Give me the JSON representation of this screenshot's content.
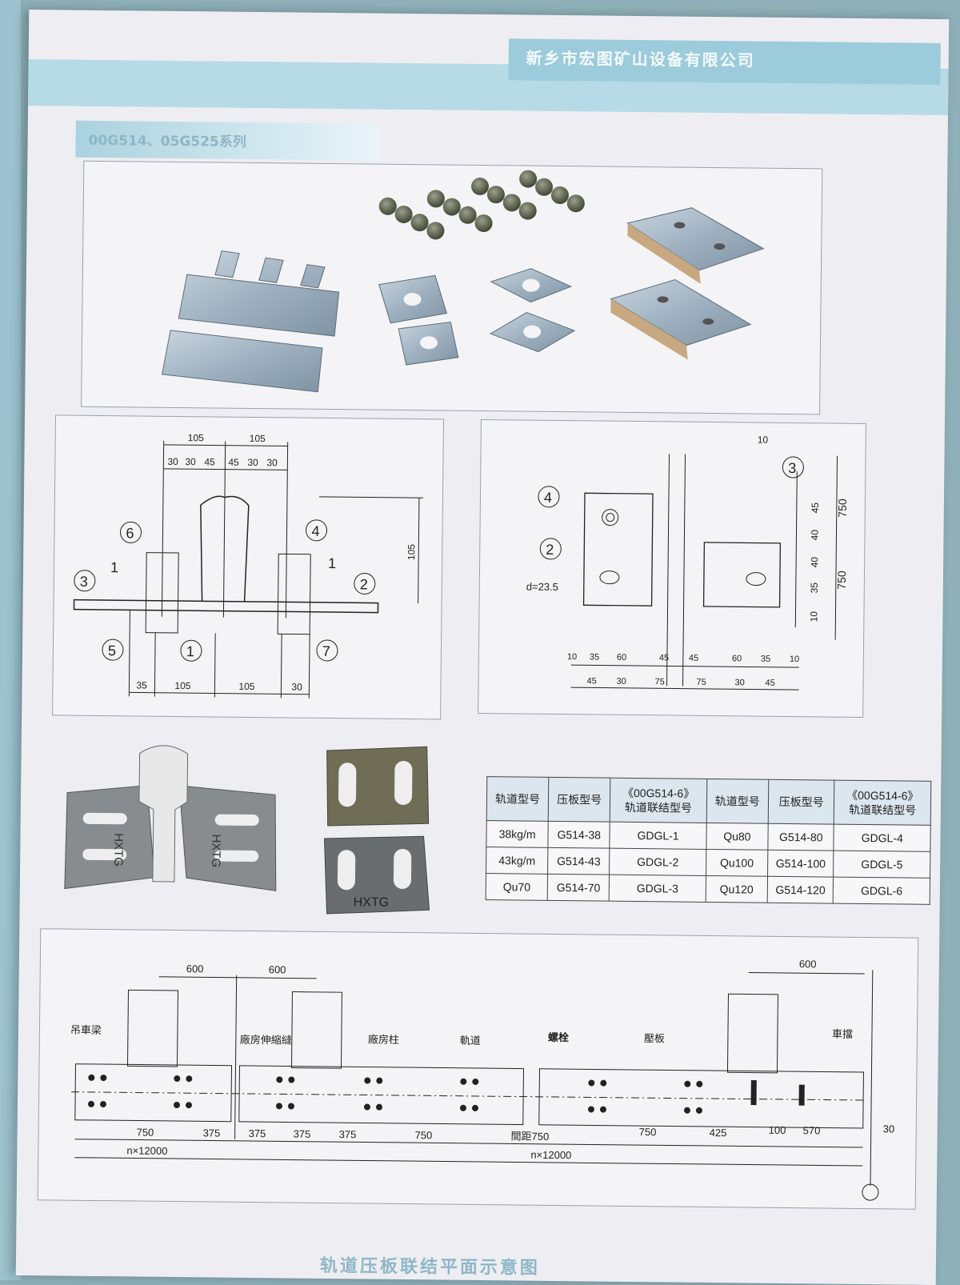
{
  "header": {
    "company": "新乡市宏图矿山设备有限公司",
    "series_title": "00G514、05G525系列"
  },
  "section_diagram": {
    "dims_top": [
      "105",
      "105"
    ],
    "dims_top_small": [
      "30",
      "30",
      "45",
      "45",
      "30",
      "30"
    ],
    "dim_height": "105",
    "dims_bottom": [
      "35",
      "105",
      "105",
      "30"
    ],
    "callouts": [
      "1",
      "2",
      "3",
      "4",
      "5",
      "6",
      "7"
    ],
    "section_marks": [
      "1",
      "1"
    ]
  },
  "plan_diagram": {
    "dim_top": "10",
    "dims_right": [
      "45",
      "40",
      "40",
      "35",
      "10"
    ],
    "dims_right_big": [
      "750",
      "750"
    ],
    "hole_label": "d=23.5",
    "callouts": [
      "3",
      "4",
      "2"
    ],
    "dims_bottom_row1": [
      "10",
      "35",
      "60",
      "45",
      "45",
      "60",
      "35",
      "10"
    ],
    "dims_bottom_row2": [
      "45",
      "30",
      "75",
      "75",
      "30",
      "45"
    ]
  },
  "plates": {
    "stamp": "HXTG"
  },
  "spec_table": {
    "headers": [
      "轨道型号",
      "压板型号",
      "《00G514-6》\n轨道联结型号",
      "轨道型号",
      "压板型号",
      "《00G514-6》\n轨道联结型号"
    ],
    "rows": [
      [
        "38kg/m",
        "G514-38",
        "GDGL-1",
        "Qu80",
        "G514-80",
        "GDGL-4"
      ],
      [
        "43kg/m",
        "G514-43",
        "GDGL-2",
        "Qu100",
        "G514-100",
        "GDGL-5"
      ],
      [
        "Qu70",
        "G514-70",
        "GDGL-3",
        "Qu120",
        "G514-120",
        "GDGL-6"
      ]
    ]
  },
  "layout_diagram": {
    "labels": {
      "beam": "吊車梁",
      "joint": "廠房伸縮縫",
      "column": "廠房柱",
      "rail": "軌道",
      "bolt": "螺栓",
      "plate": "壓板",
      "stop": "車擋"
    },
    "dims_top": [
      "600",
      "600",
      "600"
    ],
    "dims_bottom": [
      "750",
      "375",
      "375",
      "375",
      "375",
      "750",
      "間距750",
      "750",
      "425",
      "100",
      "570",
      "30"
    ],
    "spans": [
      "n×12000",
      "n×12000"
    ]
  },
  "footer": {
    "caption": "轨道压板联结平面示意图"
  }
}
